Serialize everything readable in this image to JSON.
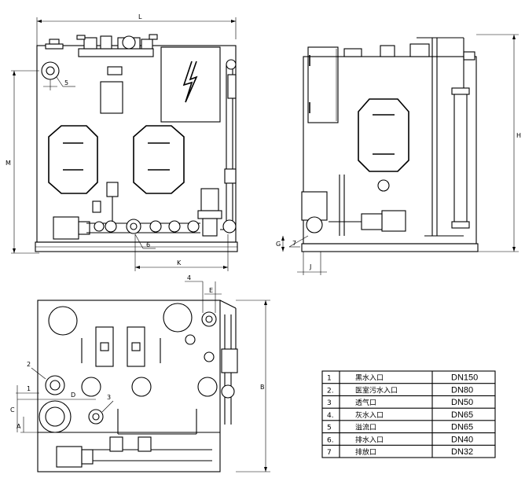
{
  "dimension_labels": {
    "front_width": "L",
    "front_height": "M",
    "front_pipe_offset": "K",
    "side_height": "H",
    "side_low": "G",
    "side_offset": "J",
    "plan_depth": "B",
    "plan_e": "E",
    "plan_d": "D",
    "plan_c": "C",
    "plan_a": "A"
  },
  "callouts": {
    "front": [
      "5",
      "6"
    ],
    "side": [
      "7"
    ],
    "plan": [
      "4",
      "2",
      "1",
      "3"
    ]
  },
  "connection_table": {
    "rows": [
      {
        "no": "1",
        "name": "黑水入口",
        "size": "DN150"
      },
      {
        "no": "2.",
        "name": "医室污水入口",
        "size": "DN80"
      },
      {
        "no": "3",
        "name": "透气口",
        "size": "DN50"
      },
      {
        "no": "4.",
        "name": "灰水入口",
        "size": "DN65"
      },
      {
        "no": "5",
        "name": "溢流口",
        "size": "DN65"
      },
      {
        "no": "6.",
        "name": "排水入口",
        "size": "DN40"
      },
      {
        "no": "7",
        "name": "排放口",
        "size": "DN32"
      }
    ]
  }
}
